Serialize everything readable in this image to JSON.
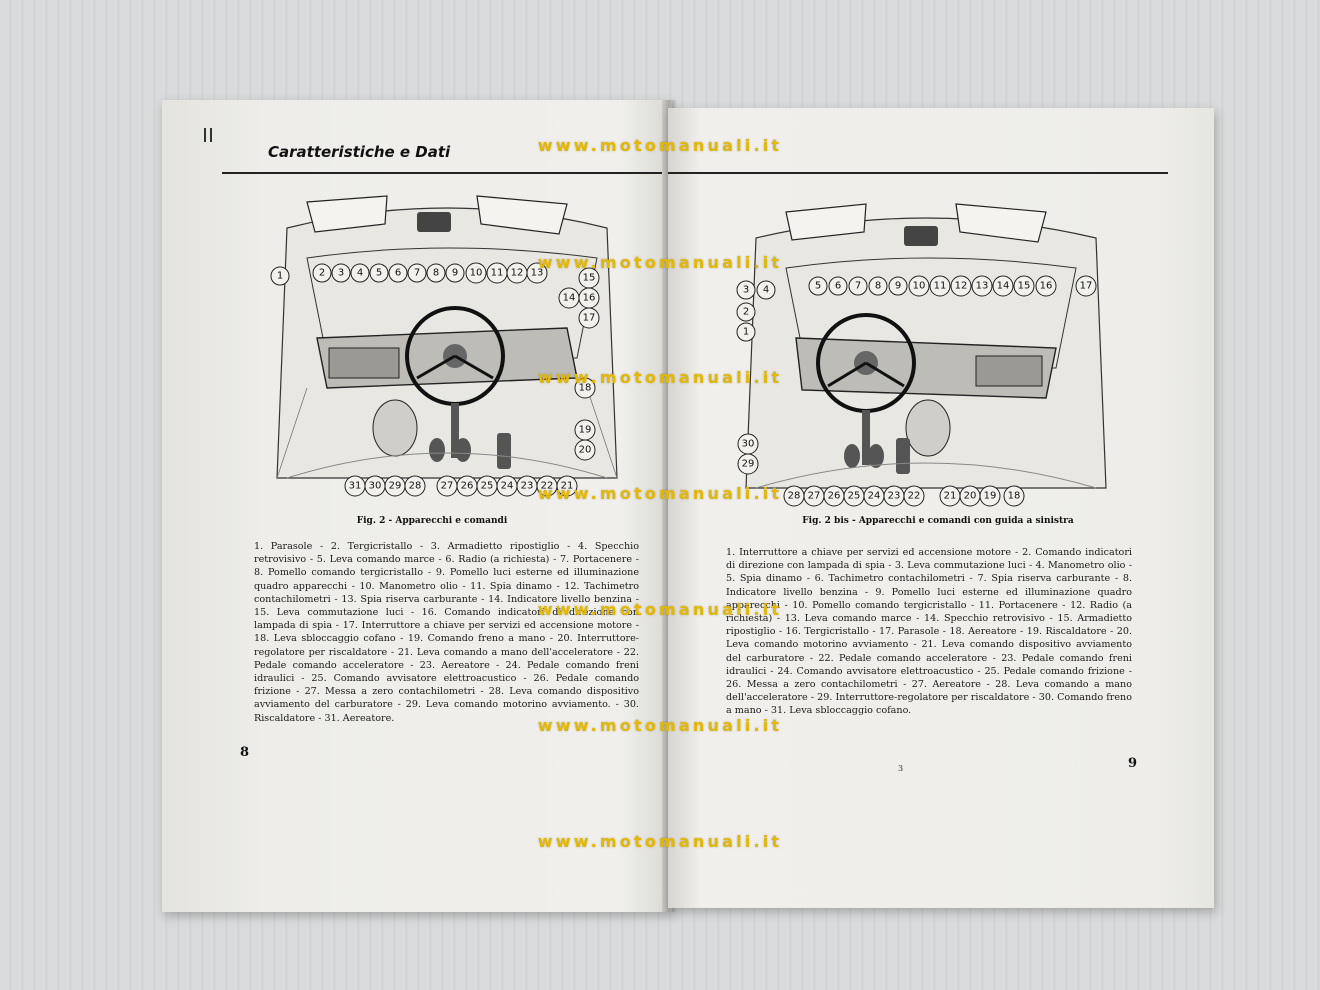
{
  "left_page": {
    "header_title": "Caratteristiche e Dati",
    "caption": "Fig. 2 - Apparecchi e comandi",
    "legend": "1. Parasole - 2. Tergicristallo - 3. Armadietto ripostiglio - 4. Specchio retrovisivo - 5. Leva comando marce - 6. Radio (a richiesta) - 7. Portacenere - 8. Pomello comando tergicristallo - 9. Pomello luci esterne ed illuminazione quadro apparecchi - 10. Manometro olio - 11. Spia dinamo - 12. Tachimetro contachilometri - 13. Spia riserva carburante - 14. Indicatore livello benzina - 15. Leva commutazione luci - 16. Comando indicatori di direzione con lampada di spia - 17. Interruttore a chiave per servizi ed accensione motore - 18. Leva sbloccaggio cofano - 19. Comando freno a mano - 20. Interruttore-regolatore per riscaldatore - 21. Leva comando a mano dell'acceleratore - 22. Pedale comando acceleratore - 23. Aereatore - 24. Pedale comando freni idraulici - 25. Comando avvisatore elettroacustico - 26. Pedale comando frizione - 27. Messa a zero contachilometri - 28. Leva comando dispositivo avviamento del carburatore - 29. Leva comando motorino avviamento. - 30. Riscaldatore - 31. Aereatore.",
    "page_number": "8",
    "callouts": [
      "1",
      "2",
      "3",
      "4",
      "5",
      "6",
      "7",
      "8",
      "9",
      "10",
      "11",
      "12",
      "13",
      "14",
      "15",
      "16",
      "17",
      "18",
      "19",
      "20",
      "31",
      "30",
      "29",
      "28",
      "27",
      "26",
      "25",
      "24",
      "23",
      "22",
      "21"
    ]
  },
  "right_page": {
    "caption": "Fig. 2 bis - Apparecchi e comandi con guida a sinistra",
    "legend": "1. Interruttore a chiave per servizi ed accensione motore - 2. Comando indicatori di direzione con lampada di spia - 3. Leva commutazione luci - 4. Manometro olio - 5. Spia dinamo - 6. Tachimetro contachilometri - 7. Spia riserva carburante - 8. Indicatore livello benzina - 9. Pomello luci esterne ed illuminazione quadro apparecchi - 10. Pomello comando tergicristallo - 11. Portacenere - 12. Radio (a richiesta) - 13. Leva comando marce - 14. Specchio retrovisivo - 15. Armadietto ripostiglio - 16. Tergicristallo - 17. Parasole - 18. Aereatore - 19. Riscaldatore - 20. Leva comando motorino avviamento - 21. Leva comando dispositivo avviamento del carburatore - 22. Pedale comando acceleratore - 23. Pedale comando freni idraulici - 24. Comando avvisatore elettroacustico - 25. Pedale comando frizione - 26. Messa a zero contachilometri - 27. Aereatore - 28. Leva comando a mano dell'acceleratore - 29. Interruttore-regolatore per riscaldatore - 30. Comando freno a mano - 31. Leva sbloccaggio cofano.",
    "page_number": "9",
    "footer_small": "3",
    "callouts": [
      "3",
      "4",
      "2",
      "1",
      "5",
      "6",
      "7",
      "8",
      "9",
      "10",
      "11",
      "12",
      "13",
      "14",
      "15",
      "16",
      "17",
      "30",
      "29",
      "28",
      "27",
      "26",
      "25",
      "24",
      "23",
      "22",
      "21",
      "20",
      "19",
      "18"
    ]
  },
  "watermark": "www.motomanuali.it"
}
